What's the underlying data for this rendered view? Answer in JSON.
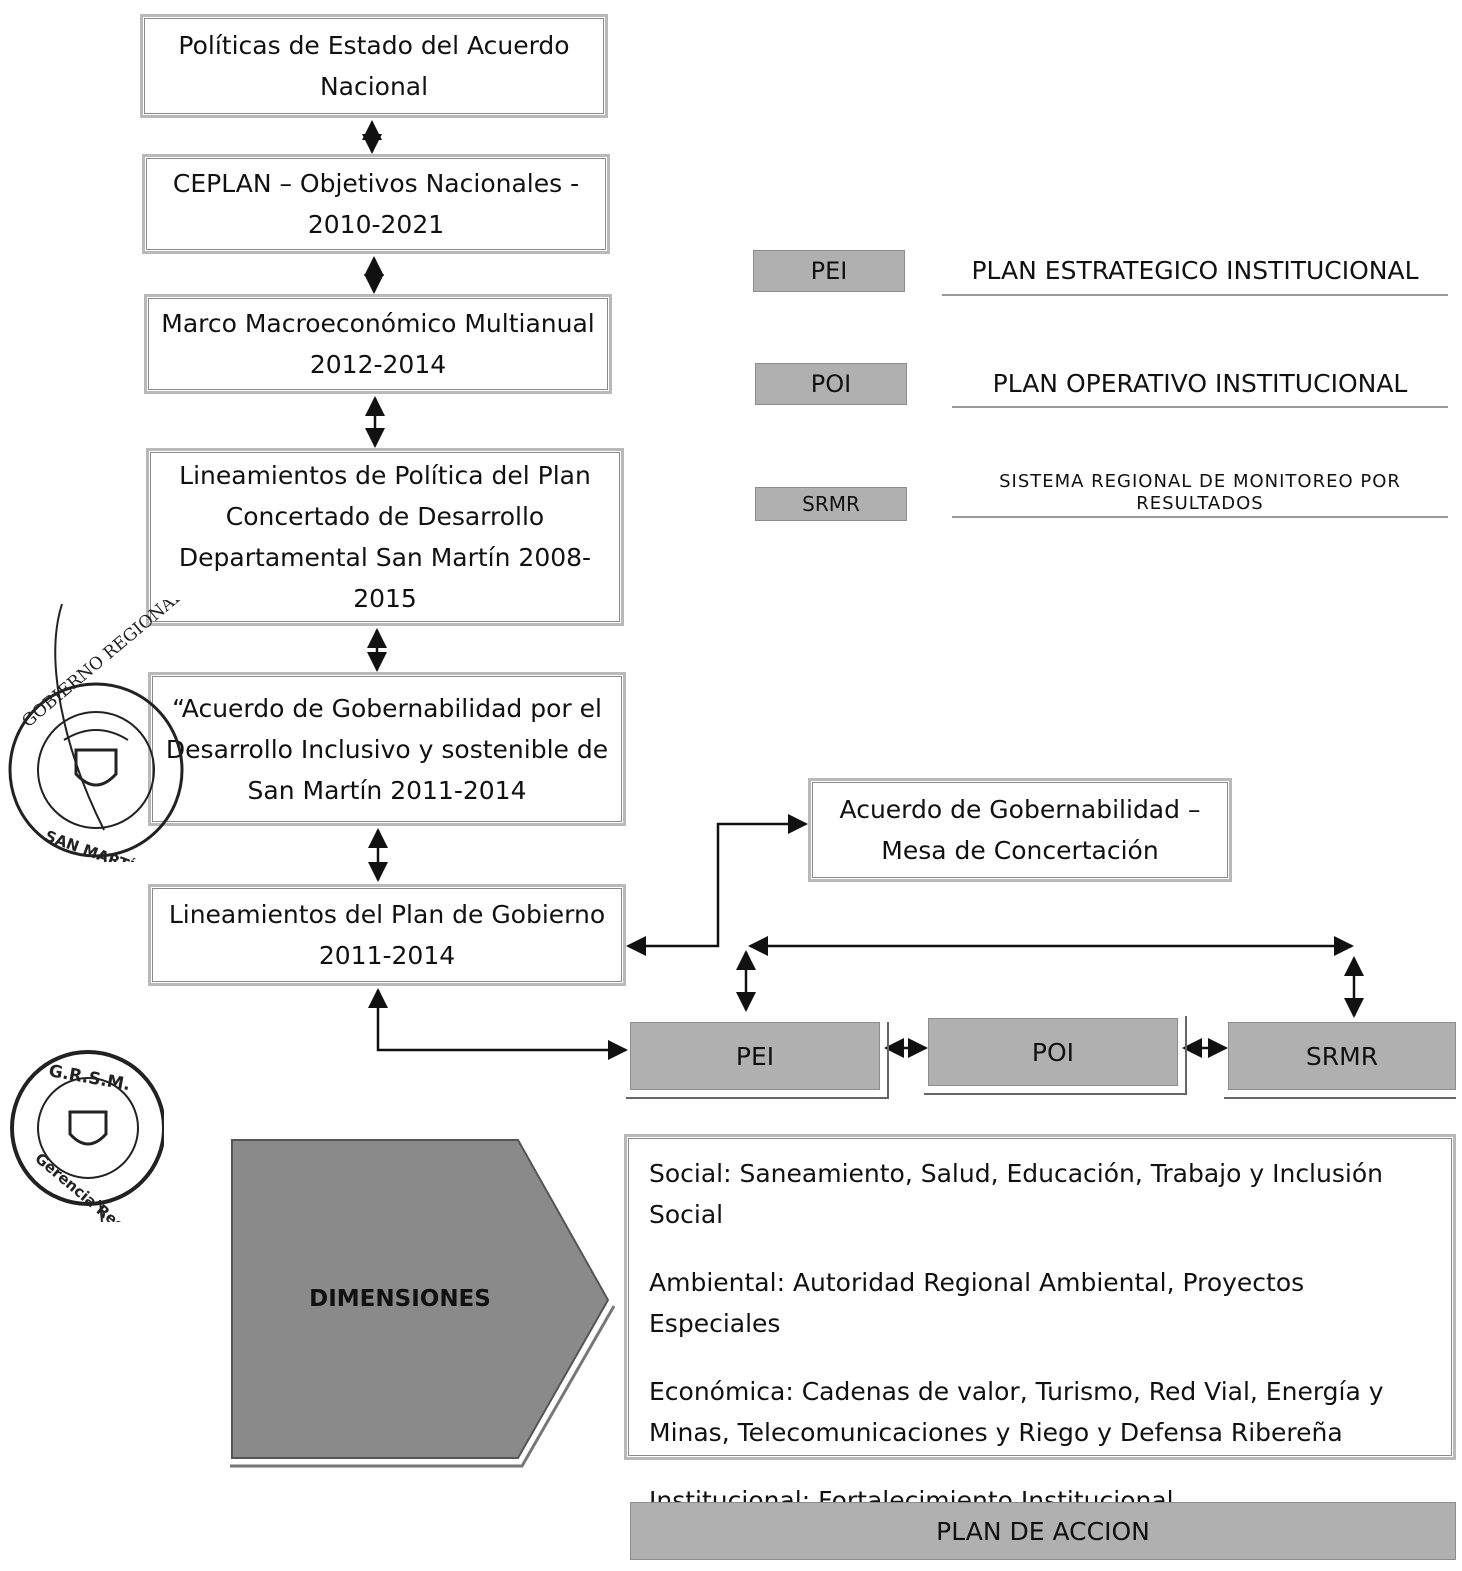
{
  "hierarchy": [
    "Políticas de Estado del Acuerdo Nacional",
    "CEPLAN – Objetivos Nacionales - 2010-2021",
    "Marco Macroeconómico Multianual 2012-2014",
    "Lineamientos de Política del Plan Concertado de Desarrollo Departamental San Martín 2008-2015",
    "“Acuerdo de Gobernabilidad por el Desarrollo Inclusivo y sostenible de San Martín 2011-2014",
    "Lineamientos del Plan de Gobierno 2011-2014"
  ],
  "acuerdo_mesa": "Acuerdo de Gobernabilidad – Mesa de Concertación",
  "legend": [
    {
      "abbr": "PEI",
      "full": "PLAN ESTRATEGICO INSTITUCIONAL"
    },
    {
      "abbr": "POI",
      "full": "PLAN OPERATIVO INSTITUCIONAL"
    },
    {
      "abbr": "SRMR",
      "full": "SISTEMA REGIONAL DE MONITOREO POR RESULTADOS"
    }
  ],
  "plans": {
    "pei": "PEI",
    "poi": "POI",
    "srmr": "SRMR"
  },
  "dimensions": {
    "label": "DIMENSIONES",
    "items": [
      "Social: Saneamiento, Salud, Educación, Trabajo y  Inclusión Social",
      "Ambiental: Autoridad Regional Ambiental, Proyectos Especiales",
      "Económica: Cadenas de valor, Turismo, Red Vial, Energía y Minas, Telecomunicaciones y Riego y Defensa Ribereña",
      "Institucional: Fortalecimiento Institucional"
    ]
  },
  "plan_accion": "PLAN DE ACCION",
  "seals": {
    "seal1": "GOBIERNO REGIONAL · GERENCIA GENERAL REGIONAL · SAN MARTÍN",
    "seal2": "G.R.S.M. · Gerencia Regional Planeamiento y Presupuesto"
  },
  "colors": {
    "box_fill": "#b0b0b0",
    "border": "#b9b9b9",
    "ink": "#111111"
  }
}
